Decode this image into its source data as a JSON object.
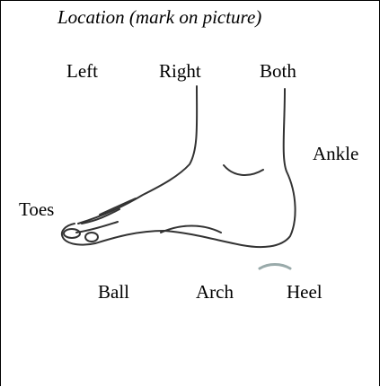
{
  "title": "Location (mark on picture)",
  "side_options": {
    "left": "Left",
    "right": "Right",
    "both": "Both"
  },
  "foot_regions": {
    "ankle": "Ankle",
    "toes": "Toes",
    "ball": "Ball",
    "arch": "Arch",
    "heel": "Heel"
  }
}
